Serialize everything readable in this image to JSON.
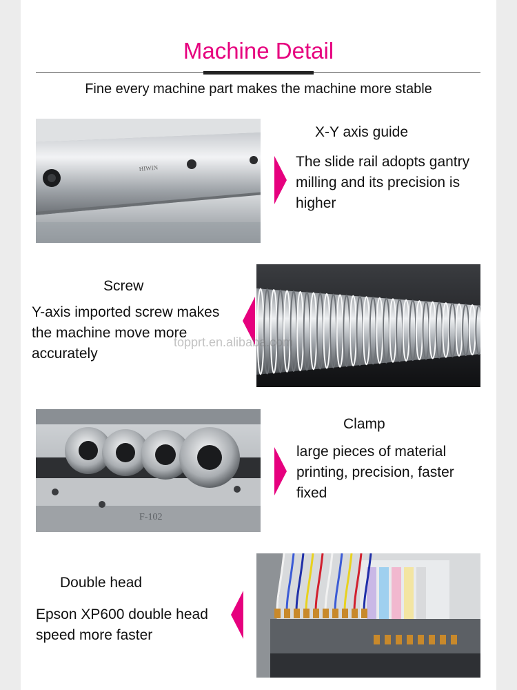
{
  "header": {
    "title": "Machine Detail",
    "subtitle": "Fine every machine part makes the machine more stable"
  },
  "sections": [
    {
      "label": "X-Y axis guide",
      "lines": [
        "The slide rail adopts gantry",
        "milling and its precision is",
        "higher"
      ],
      "photo_text": "HIWIN"
    },
    {
      "label": "Screw",
      "lines": [
        "Y-axis imported screw makes",
        "the machine move more",
        "accurately"
      ]
    },
    {
      "label": "Clamp",
      "lines": [
        "large pieces of material",
        "printing, precision, faster",
        "fixed"
      ],
      "photo_text": "F-102"
    },
    {
      "label": "Double head",
      "lines": [
        "Epson XP600 double head",
        "speed more faster"
      ]
    }
  ],
  "watermark": "topprt.en.alibaba.com",
  "colors": {
    "accent": "#e6007e",
    "page_margin": "#ececec"
  }
}
